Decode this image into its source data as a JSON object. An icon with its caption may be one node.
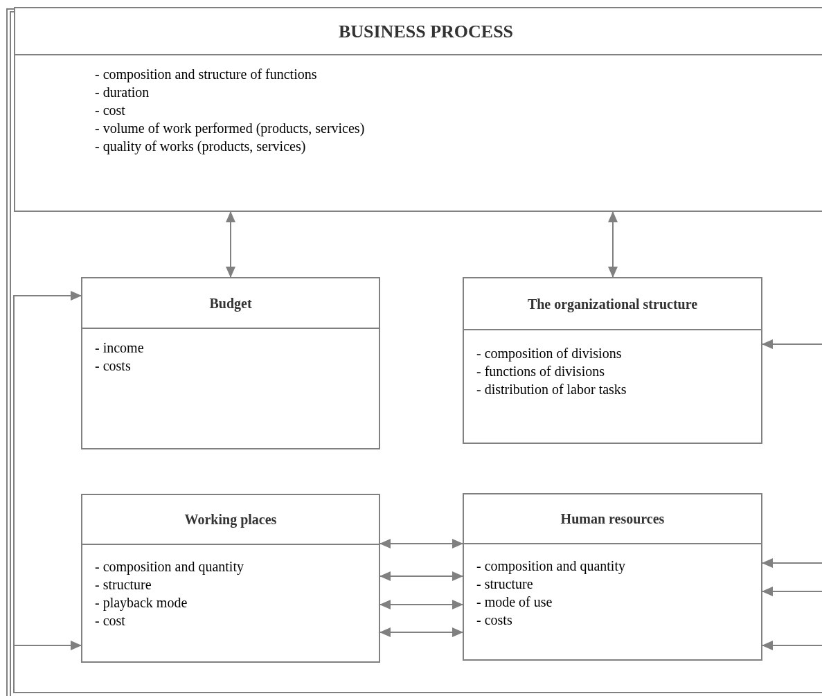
{
  "diagram": {
    "nodes": [
      {
        "text": [
          "BUSINESS PROCESS",
          "- composition and structure of functions",
          "- duration",
          "- cost",
          "- volume of work performed (products, services)",
          "- quality of works (products, services)"
        ]
      },
      {
        "text": [
          "Budget",
          "- income",
          "- costs"
        ]
      },
      {
        "text": [
          "The organizational structure",
          "- composition of divisions",
          "- functions of divisions",
          "- distribution of labor tasks"
        ]
      },
      {
        "text": [
          "Working places",
          "- composition and quantity",
          "- structure",
          "- playback mode",
          "- cost"
        ]
      },
      {
        "text": [
          "Human resources",
          "- composition and quantity",
          "- structure",
          "- mode of use",
          "- costs"
        ]
      }
    ],
    "edges": [
      {
        "from": 0,
        "to": 1,
        "arrow": "both"
      },
      {
        "from": 0,
        "to": 2,
        "arrow": "both"
      },
      {
        "from": 3,
        "to": 4,
        "arrow": "both"
      },
      {
        "from": 3,
        "to": 4,
        "arrow": "both"
      },
      {
        "from": 3,
        "to": 4,
        "arrow": "both"
      },
      {
        "from": 3,
        "to": 4,
        "arrow": "both"
      },
      {
        "from": null,
        "to": 1,
        "arrow": "to"
      },
      {
        "from": null,
        "to": 3,
        "arrow": "to"
      },
      {
        "from": null,
        "to": 2,
        "arrow": "to"
      },
      {
        "from": null,
        "to": 4,
        "arrow": "to"
      },
      {
        "from": null,
        "to": 4,
        "arrow": "to"
      },
      {
        "from": null,
        "to": 4,
        "arrow": "to"
      }
    ]
  }
}
